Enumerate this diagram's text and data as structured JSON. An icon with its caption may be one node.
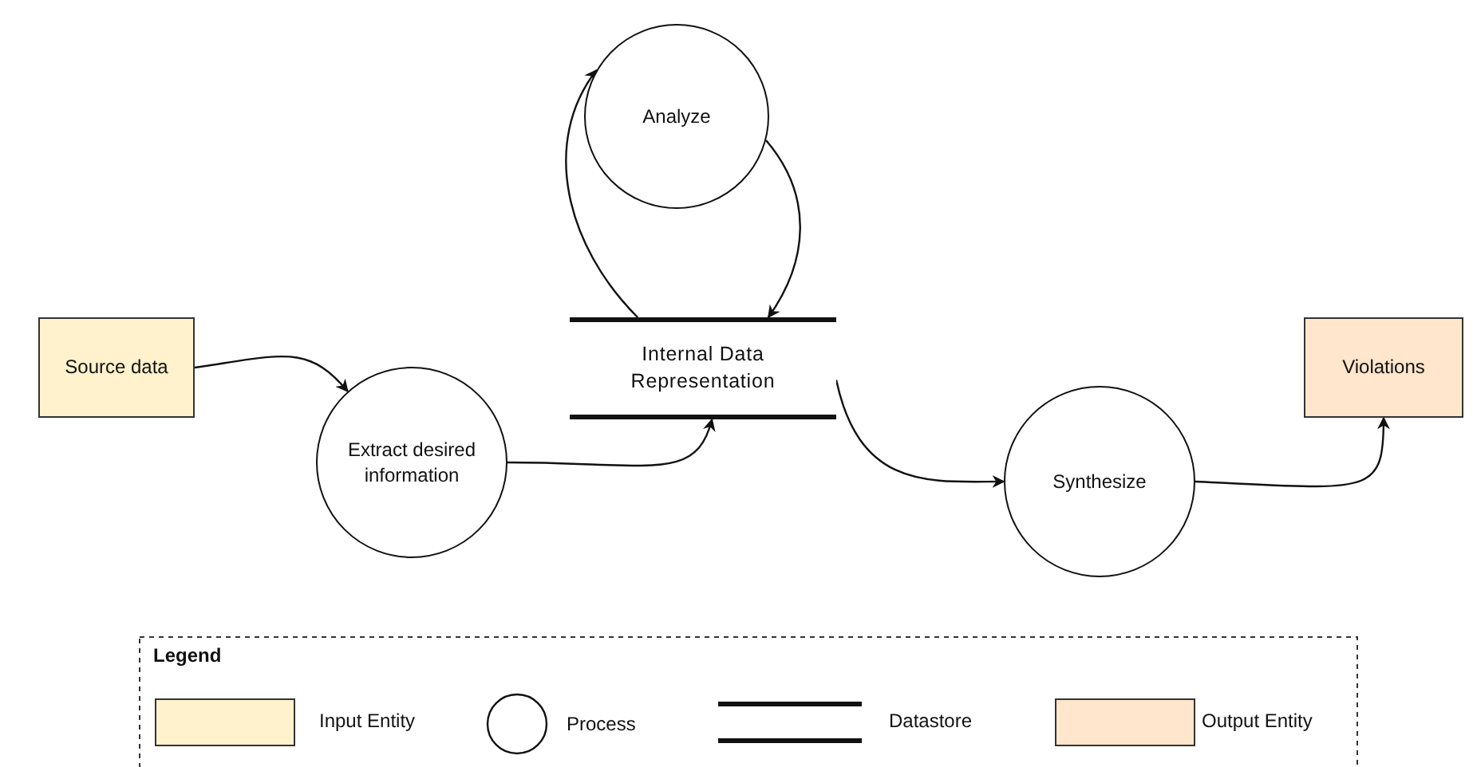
{
  "diagram": {
    "nodes": [
      {
        "text": [
          "Source data"
        ]
      },
      {
        "text": [
          "Extract desired information"
        ]
      },
      {
        "text": [
          "Internal Data Representation"
        ]
      },
      {
        "text": [
          "Analyze"
        ]
      },
      {
        "text": [
          "Synthesize"
        ]
      },
      {
        "text": [
          "Violations"
        ]
      }
    ],
    "edges": [
      {
        "from": 0,
        "to": 1,
        "arrow": "to"
      },
      {
        "from": 1,
        "to": 2,
        "arrow": "to"
      },
      {
        "from": 2,
        "to": 3,
        "arrow": "to"
      },
      {
        "from": 3,
        "to": 2,
        "arrow": "to"
      },
      {
        "from": 2,
        "to": 4,
        "arrow": "to"
      },
      {
        "from": 4,
        "to": 5,
        "arrow": "to"
      }
    ],
    "labels": [
      "Legend"
    ],
    "legend": [
      {
        "text": "Input Entity",
        "color": "#fff2cc"
      },
      {
        "text": "Process"
      },
      {
        "text": "Datastore"
      },
      {
        "text": "Output Entity",
        "color": "#ffe6cc"
      }
    ]
  }
}
